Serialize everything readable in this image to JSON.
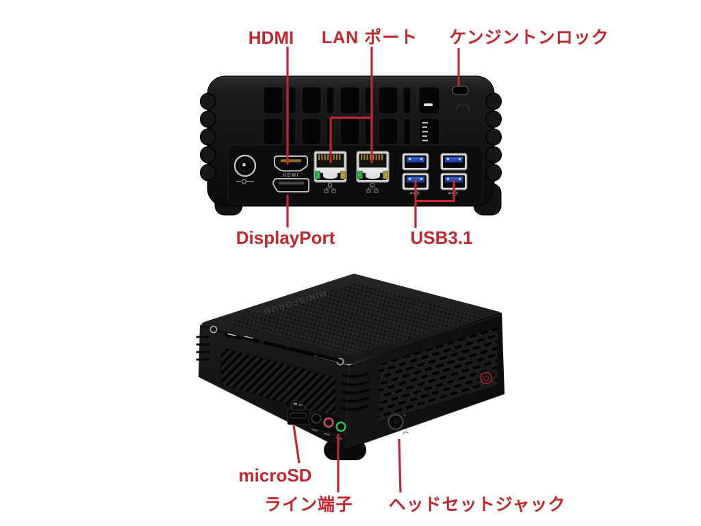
{
  "labels": {
    "hdmi": "HDMI",
    "lan_port": "LAN ポート",
    "kensington_lock": "ケンジントンロック",
    "displayport": "DisplayPort",
    "usb31": "USB3.1",
    "microsd": "microSD",
    "line_jack": "ライン端子",
    "headset_jack": "ヘッドセットジャック"
  },
  "device": {
    "brand_marking": "MINISFORUM",
    "hdmi_port_marking": "HDMI"
  },
  "colors": {
    "annotation_red": "#c1272d",
    "background": "#ffffff",
    "usb_blue": "#2f57c8",
    "lan_led_green": "#2fae44",
    "lan_led_amber": "#b29a43",
    "audio_ring_red": "#c9505a",
    "audio_ring_green": "#2fc24f",
    "power_button_red": "#7d2222"
  }
}
